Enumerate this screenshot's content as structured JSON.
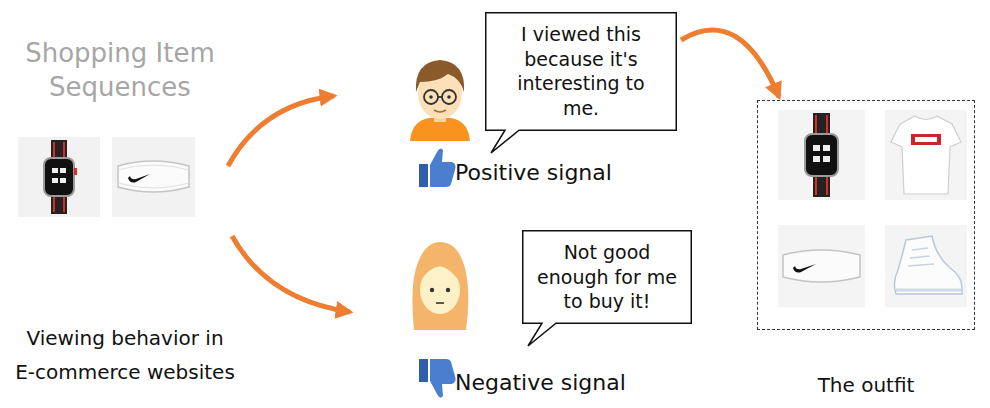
{
  "diagram": {
    "nodes": [
      {
        "text": [
          "I viewed this because it's interesting to me."
        ]
      },
      {
        "text": [
          "Not good enough for me to buy it!"
        ]
      },
      {
        "text": [
          "The outfit"
        ]
      }
    ],
    "edges": [
      {
        "from": 0,
        "to": 2,
        "arrow": "to"
      }
    ],
    "labels": [
      "Shopping Item Sequences",
      "Viewing behavior in E-commerce websites",
      "Positive signal",
      "Negative signal"
    ]
  }
}
